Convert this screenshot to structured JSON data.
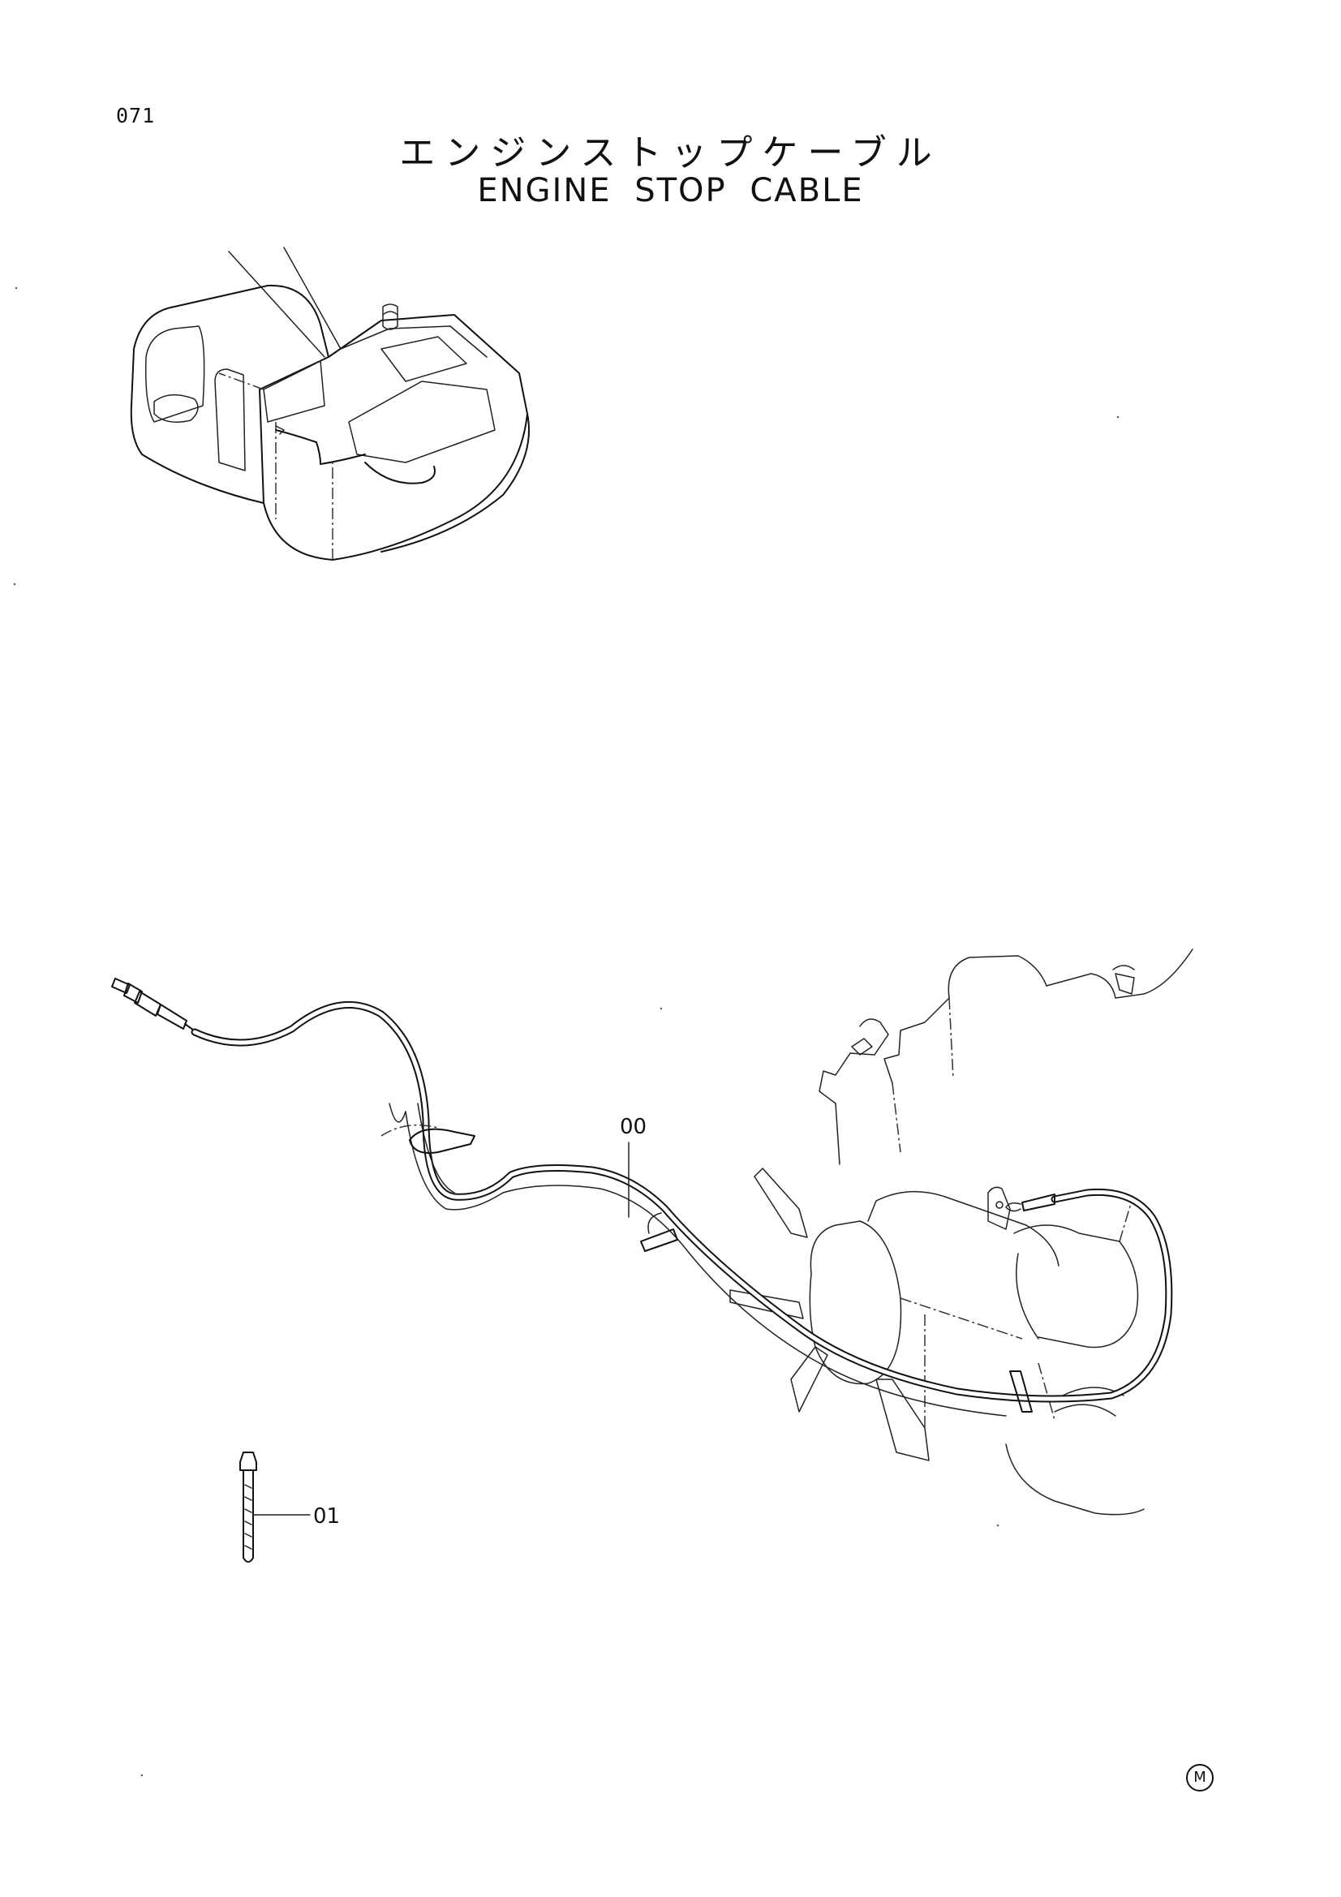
{
  "page": {
    "number": "071"
  },
  "title": {
    "ja": "エンジンストップケーブル",
    "en": "ENGINE STOP CABLE"
  },
  "callouts": [
    {
      "id": "00",
      "label": "00"
    },
    {
      "id": "01",
      "label": "01"
    }
  ],
  "corner_mark": "M"
}
